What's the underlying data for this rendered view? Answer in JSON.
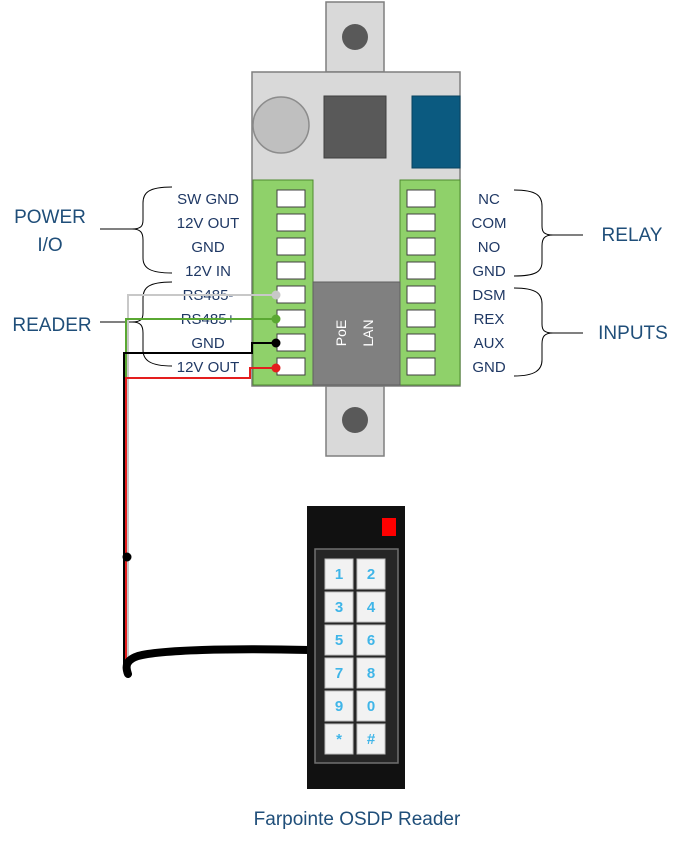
{
  "controller": {
    "port_label": [
      "PoE",
      "LAN"
    ]
  },
  "left_terminals": [
    "SW GND",
    "12V OUT",
    "GND",
    "12V IN",
    "RS485-",
    "RS485+",
    "GND",
    "12V OUT"
  ],
  "right_terminals": [
    "NC",
    "COM",
    "NO",
    "GND",
    "DSM",
    "REX",
    "AUX",
    "GND"
  ],
  "groups": {
    "power": [
      "POWER",
      "I/O"
    ],
    "reader": "READER",
    "relay": "RELAY",
    "inputs": "INPUTS"
  },
  "keypad": {
    "keys": [
      "1",
      "2",
      "3",
      "4",
      "5",
      "6",
      "7",
      "8",
      "9",
      "0",
      "*",
      "#"
    ]
  },
  "caption": "Farpointe OSDP Reader",
  "colors": {
    "terminal_block": "#8fd16a",
    "housing": "#d9d9d9",
    "port": "#808080",
    "wire_gray": "#c8c8c8",
    "wire_green": "#5aa832",
    "wire_black": "#000000",
    "wire_red": "#e41e1e",
    "reader_body": "#111111",
    "led": "#ff0000",
    "key_text": "#3fb5e8"
  }
}
